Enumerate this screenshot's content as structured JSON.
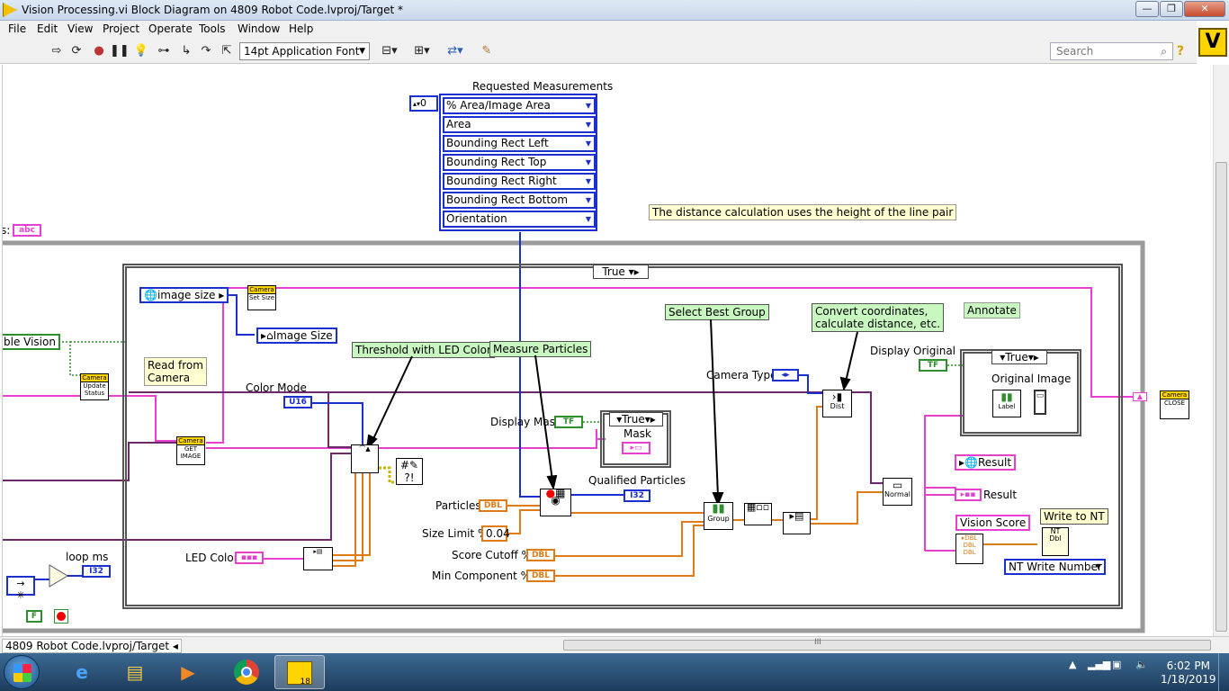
{
  "window": {
    "title": "Vision Processing.vi Block Diagram on 4809 Robot Code.lvproj/Target *",
    "minimize": "—",
    "maximize": "❐",
    "close": "✕"
  },
  "menu": [
    "File",
    "Edit",
    "View",
    "Project",
    "Operate",
    "Tools",
    "Window",
    "Help"
  ],
  "toolbar": {
    "font": "14pt Application Font",
    "search_placeholder": "Search",
    "help": "?",
    "vi_icon": "V"
  },
  "measurements": {
    "label": "Requested Measurements",
    "index": "0",
    "items": [
      "% Area/Image Area",
      "Area",
      "Bounding Rect Left",
      "Bounding Rect Top",
      "Bounding Rect Right",
      "Bounding Rect Bottom",
      "Orientation"
    ]
  },
  "comments": {
    "distance": "The distance calculation uses the height of the line pair",
    "threshold": "Threshold with LED Color",
    "measure": "Measure Particles",
    "best_group": "Select Best Group",
    "convert_line1": "Convert coordinates,",
    "convert_line2": "calculate distance, etc.",
    "annotate": "Annotate",
    "read_line1": "Read from",
    "read_line2": "Camera"
  },
  "case": {
    "outer_selector": "True",
    "mask_selector": "True",
    "orig_selector": "True"
  },
  "labels": {
    "s_prefix": "s:",
    "enable_vision": "ble Vision",
    "image_size_in": "image size",
    "image_size_out": "Image Size",
    "color_mode": "Color Mode",
    "led_color": "LED Color",
    "loop_ms": "loop ms",
    "display_mask": "Display Mask",
    "mask": "Mask",
    "qualified_particles": "Qualified Particles",
    "particles": "Particles",
    "size_limit": "Size Limit %",
    "size_limit_value": "0.04",
    "score_cutoff": "Score Cutoff %",
    "min_component": "Min Component %",
    "camera_type": "Camera Type",
    "display_original": "Display Original",
    "original_image": "Original Image",
    "result_ref": "Result",
    "result": "Result",
    "vision_score": "Vision Score",
    "write_nt": "Write to NT",
    "nt_write_number": "NT Write Number"
  },
  "terminals": {
    "abc": "abc",
    "u16": "U16",
    "i32": "I32",
    "dbl": "DBL",
    "tf": "TF",
    "f": "F"
  },
  "nodes": {
    "camera": "Camera",
    "update_status": "Update Status",
    "get_image": "GET IMAGE",
    "set_size": "Set Size",
    "close": "CLOSE",
    "group": "Group",
    "dist": "Dist",
    "normal": "Normal",
    "label": "Label",
    "nt": "NT",
    "dbl": "Dbl"
  },
  "footer": {
    "project_path": "4809 Robot Code.lvproj/Target",
    "scroll_grip": "III"
  },
  "taskbar": {
    "time": "6:02 PM",
    "date": "1/18/2019",
    "labview_badge": "18"
  }
}
